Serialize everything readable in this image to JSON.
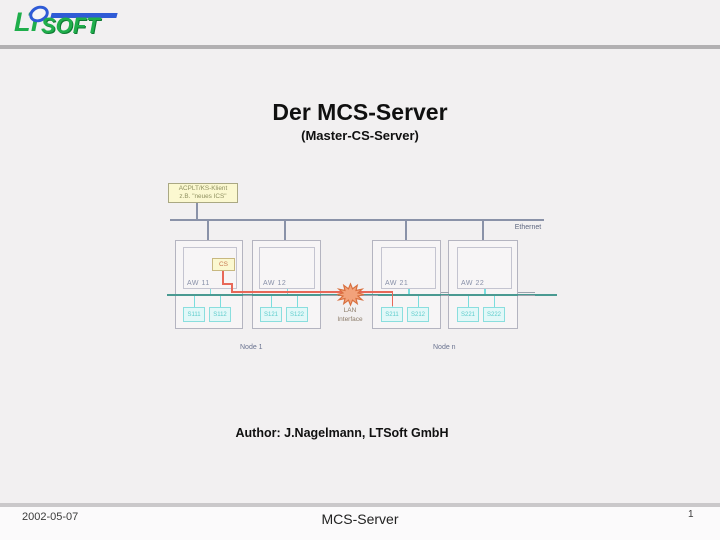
{
  "slide": {
    "logo": {
      "lt": "LT",
      "soft": "SOFT"
    },
    "title": "Der MCS-Server",
    "subtitle": "(Master-CS-Server)",
    "author": "Author: J.Nagelmann, LTSoft GmbH",
    "footer": {
      "date": "2002-05-07",
      "title": "MCS-Server",
      "page": "1"
    }
  },
  "diagram": {
    "client_box": {
      "line1": "ACPLT/KS-Klient",
      "line2": "z.B. \"neues ICS\""
    },
    "ethernet_label": "Ethernet",
    "cs_label": "CS",
    "lan_interface": {
      "line1": "LAN",
      "line2": "Interface"
    },
    "nodes": {
      "left": "Node 1",
      "right": "Node n"
    },
    "workstations": [
      {
        "label": "AW 11",
        "servers": [
          "S111",
          "S112"
        ]
      },
      {
        "label": "AW 12",
        "servers": [
          "S121",
          "S122"
        ]
      },
      {
        "label": "AW 21",
        "servers": [
          "S211",
          "S212"
        ]
      },
      {
        "label": "AW 22",
        "servers": [
          "S221",
          "S222"
        ]
      }
    ]
  },
  "colors": {
    "logo_green": "#1fae4b",
    "logo_blue": "#2f5bd6",
    "ethernet_line": "#8a92a8",
    "lan_line": "#4a9a92",
    "server_cyan": "#7adede",
    "highlight_red": "#e86858",
    "burst_fill": "#f2a27a",
    "burst_stroke": "#d86f3e",
    "note_yellow": "#fbf8d0"
  }
}
